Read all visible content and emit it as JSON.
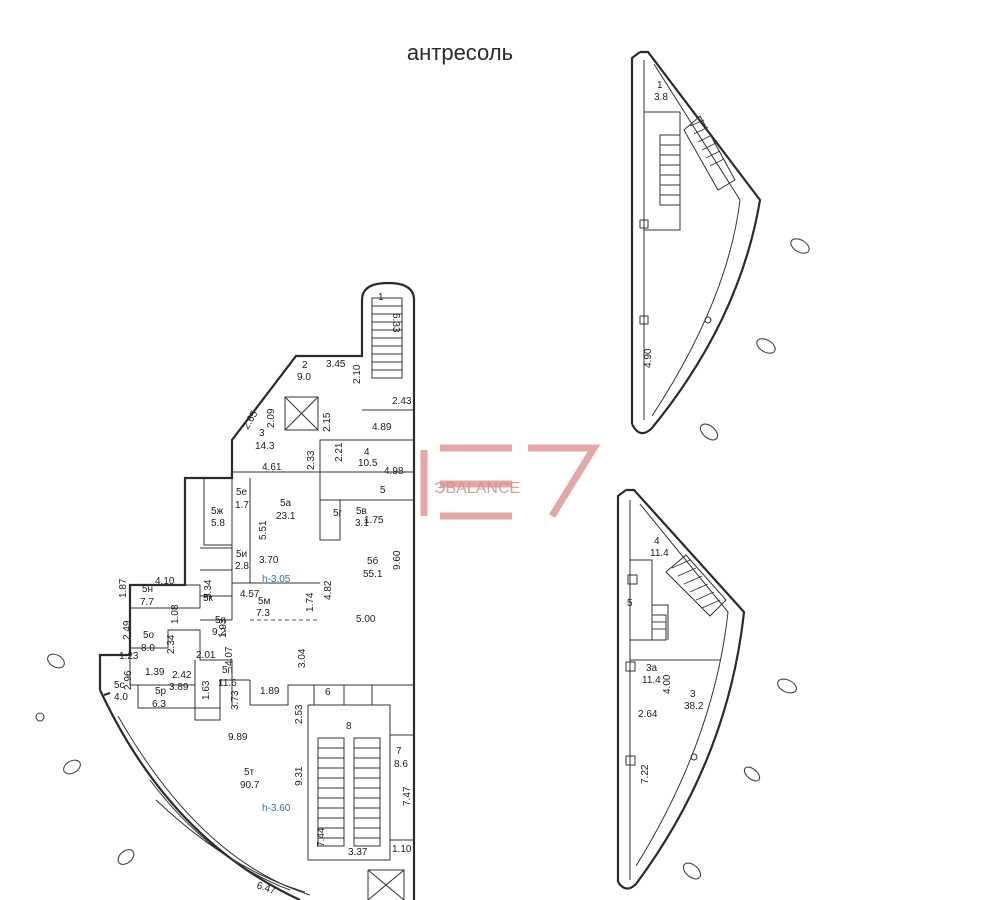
{
  "title": "антресоль",
  "watermark": "ЭBALANCE",
  "rooms_main": [
    {
      "num": "1",
      "area": "6.33"
    },
    {
      "num": "2",
      "area": "9.0"
    },
    {
      "num": "3",
      "area": "14.3"
    },
    {
      "num": "4",
      "area": "10.5"
    },
    {
      "num": "5",
      "area": ""
    },
    {
      "num": "5а",
      "area": "23.1"
    },
    {
      "num": "5б",
      "area": "55.1"
    },
    {
      "num": "5в",
      "area": "3.1"
    },
    {
      "num": "5г",
      "area": ""
    },
    {
      "num": "5е",
      "area": "1.7"
    },
    {
      "num": "5ж",
      "area": "5.8"
    },
    {
      "num": "5и",
      "area": "2.8"
    },
    {
      "num": "5к",
      "area": ""
    },
    {
      "num": "5м",
      "area": "7.3"
    },
    {
      "num": "5н",
      "area": "7.7"
    },
    {
      "num": "5о",
      "area": "8.0"
    },
    {
      "num": "5п",
      "area": "9.2"
    },
    {
      "num": "5п",
      "area": "11.6"
    },
    {
      "num": "5р",
      "area": "6.3"
    },
    {
      "num": "5с",
      "area": "4.0"
    },
    {
      "num": "5т",
      "area": "90.7"
    },
    {
      "num": "6",
      "area": ""
    },
    {
      "num": "7",
      "area": "8.6"
    },
    {
      "num": "8",
      "area": ""
    }
  ],
  "dimensions_main": [
    "3.45",
    "2.10",
    "2.65",
    "2.09",
    "2.15",
    "2.43",
    "4.89",
    "2.33",
    "2.21",
    "4.98",
    "4.61",
    "1.75",
    "5.51",
    "9.60",
    "3.70",
    "4.10",
    "4.57",
    "1.74",
    "4.82",
    "1.87",
    "3.34",
    "1.08",
    "1.93",
    "5.00",
    "2.49",
    "2.34",
    "2.01",
    "4.07",
    "3.04",
    "1.23",
    "1.39",
    "2.42",
    "3.89",
    "1.63",
    "3.73",
    "1.89",
    "2.53",
    "2.96",
    "9.89",
    "9.31",
    "7.47",
    "7.44",
    "3.37",
    "1.10",
    "6.47"
  ],
  "heights": [
    "h-3.05",
    "h-3.60"
  ],
  "rooms_top_right": [
    {
      "num": "1",
      "area": "3.8"
    }
  ],
  "dimensions_top_right": [
    "4.90"
  ],
  "rooms_bottom_right": [
    {
      "num": "4",
      "area": "11.4"
    },
    {
      "num": "5",
      "area": ""
    },
    {
      "num": "3а",
      "area": "11.4"
    },
    {
      "num": "3",
      "area": "38.2"
    }
  ],
  "dimensions_bottom_right": [
    "4.00",
    "2.64",
    "7.22"
  ]
}
